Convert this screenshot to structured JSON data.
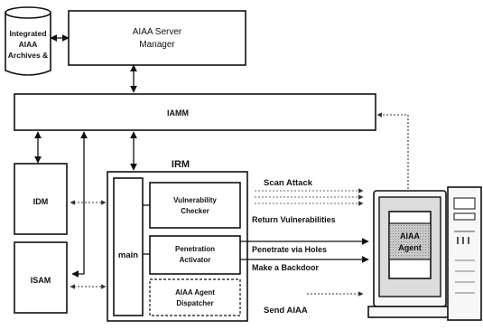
{
  "nodes": {
    "archives": "Integrated AIAA Archives &",
    "server_manager_line1": "AIAA Server",
    "server_manager_line2": "Manager",
    "iamm": "IAMM",
    "irm": "IRM",
    "idm": "IDM",
    "isam": "ISAM",
    "main": "main",
    "vuln_checker_line1": "Vulnerability",
    "vuln_checker_line2": "Checker",
    "pen_activator_line1": "Penetration",
    "pen_activator_line2": "Activator",
    "dispatcher_line1": "AIAA Agent",
    "dispatcher_line2": "Dispatcher",
    "agent_line1": "AIAA",
    "agent_line2": "Agent"
  },
  "archives_lines": [
    "Integrated",
    "AIAA",
    "Archives &"
  ],
  "edge_labels": {
    "scan_attack": "Scan Attack",
    "return_vulnerabilities": "Return Vulnerabilities",
    "penetrate_via_holes": "Penetrate via Holes",
    "make_backdoor": "Make a Backdoor",
    "send_aiaa": "Send AIAA"
  }
}
